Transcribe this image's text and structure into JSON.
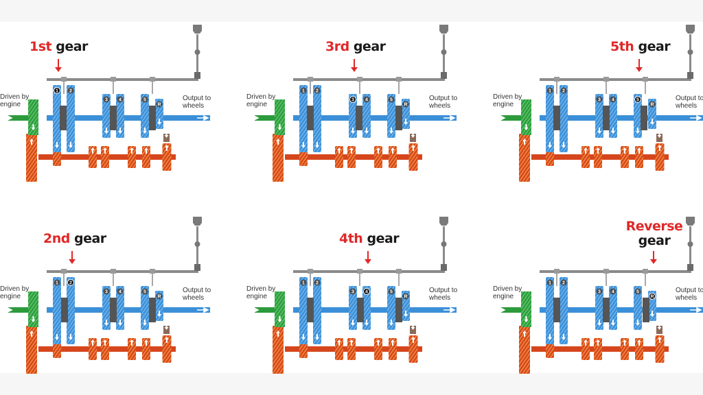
{
  "labels": {
    "driven_line1": "Driven by",
    "driven_line2": "engine",
    "output_line1": "Output to",
    "output_line2": "wheels"
  },
  "gear_markers": [
    "1",
    "2",
    "3",
    "4",
    "5",
    "R"
  ],
  "panels": [
    {
      "title_num": "1st",
      "title_word": "gear",
      "selected": "1",
      "layout": "inline"
    },
    {
      "title_num": "3rd",
      "title_word": "gear",
      "selected": "3",
      "layout": "inline"
    },
    {
      "title_num": "5th",
      "title_word": "gear",
      "selected": "5",
      "layout": "inline"
    },
    {
      "title_num": "2nd",
      "title_word": "gear",
      "selected": "2",
      "layout": "inline"
    },
    {
      "title_num": "4th",
      "title_word": "gear",
      "selected": "4",
      "layout": "inline"
    },
    {
      "title_num": "Reverse",
      "title_word": "gear",
      "selected": "R",
      "layout": "stacked"
    }
  ],
  "colors": {
    "input_shaft": "#2c9b3c",
    "main_shaft": "#3b8fd8",
    "counter_shaft": "#d6461d",
    "selector_rod": "#8a8a8a",
    "collar": "#555555",
    "arrow": "#e02828",
    "title_number": "#e02828"
  }
}
